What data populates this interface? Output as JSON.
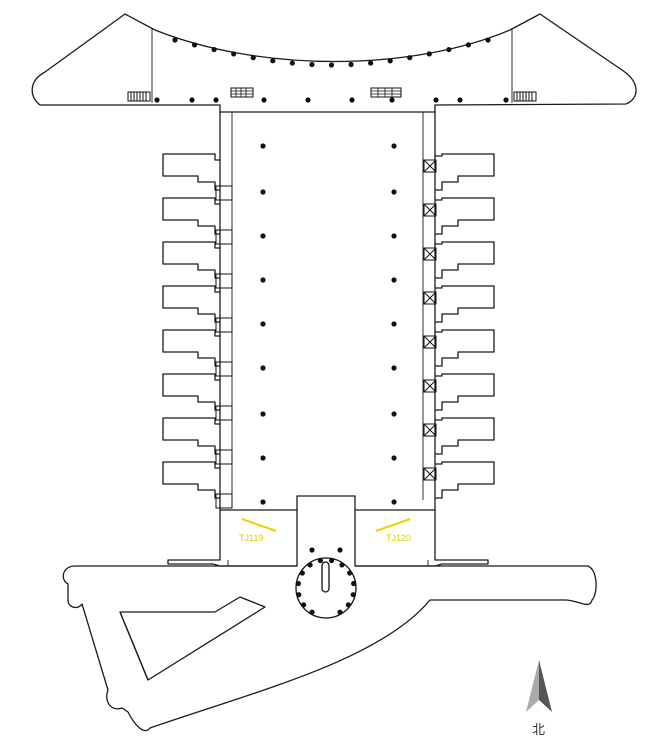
{
  "map": {
    "gates": [
      {
        "id": "TJ119",
        "label": "TJ119"
      },
      {
        "id": "TJ120",
        "label": "TJ120"
      }
    ],
    "compass": {
      "label": "北"
    },
    "colors": {
      "walls": "#1a1a1a",
      "columns": "#111111",
      "gate_highlight": "#f0d000"
    }
  }
}
